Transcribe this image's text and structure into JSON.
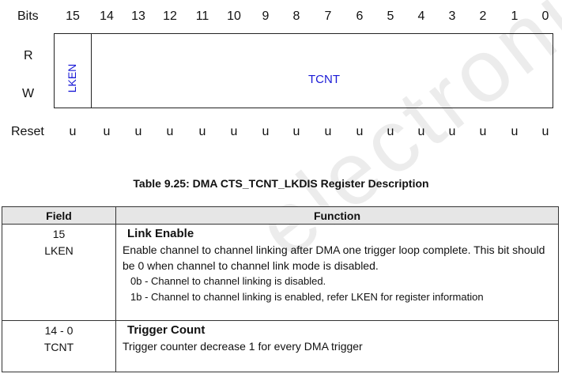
{
  "register": {
    "bits_label": "Bits",
    "bit_numbers": [
      "15",
      "14",
      "13",
      "12",
      "11",
      "10",
      "9",
      "8",
      "7",
      "6",
      "5",
      "4",
      "3",
      "2",
      "1",
      "0"
    ],
    "r_label": "R",
    "w_label": "W",
    "fields": [
      {
        "name": "LKEN",
        "bits": "15"
      },
      {
        "name": "TCNT",
        "bits": "14-0"
      }
    ],
    "reset_label": "Reset",
    "reset_values": [
      "u",
      "u",
      "u",
      "u",
      "u",
      "u",
      "u",
      "u",
      "u",
      "u",
      "u",
      "u",
      "u",
      "u",
      "u",
      "u"
    ]
  },
  "caption": "Table 9.25:  DMA CTS_TCNT_LKDIS Register Description",
  "table": {
    "headers": [
      "Field",
      "Function"
    ],
    "rows": [
      {
        "bits": "15",
        "name": "LKEN",
        "title": "Link Enable",
        "description": "Enable channel to channel linking after DMA one trigger loop complete.  This bit should be 0 when channel to channel link mode is disabled.",
        "options": [
          "0b  - Channel to channel linking is disabled.",
          "1b  - Channel to channel linking is enabled, refer LKEN for register information"
        ]
      },
      {
        "bits": "14 - 0",
        "name": "TCNT",
        "title": "Trigger Count",
        "description": "Trigger counter decrease 1 for every DMA trigger",
        "options": []
      }
    ]
  },
  "watermark": "electronics"
}
